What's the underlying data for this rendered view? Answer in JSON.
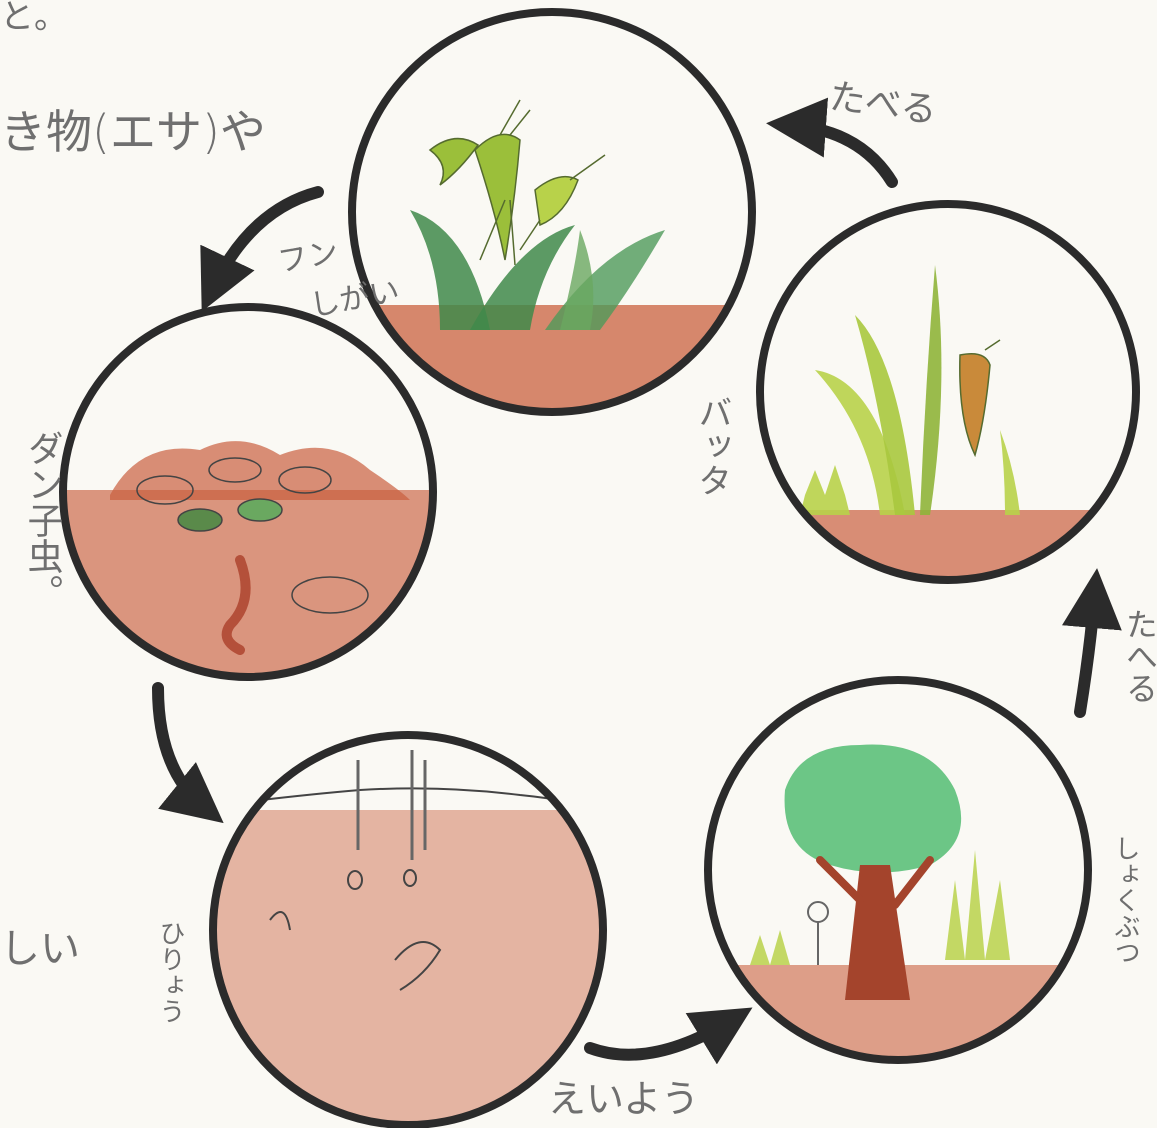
{
  "fragments": {
    "top_left_corner": "と。",
    "left_line": "き物(エサ)や",
    "bottom_left": "しい"
  },
  "labels": {
    "eat_top": "たべる",
    "eat_right": "たへる",
    "dung_line1": "フン",
    "dung_line2": "しがい",
    "grasshopper": "バッタ",
    "decomposer": "ダン子虫。",
    "fertilizer": "ひりょう",
    "plant": "しょくぶつ",
    "nutrients": "えいよう"
  },
  "colors": {
    "ink": "#2b2b2b",
    "soil": "#c9603f",
    "leaf_dark": "#3f8a4a",
    "leaf_light": "#b8d24a",
    "insect": "#9bbf3a",
    "tree_crown": "#5cc07a",
    "trunk": "#a4442c",
    "pencil_text": "#6f6f6f"
  }
}
